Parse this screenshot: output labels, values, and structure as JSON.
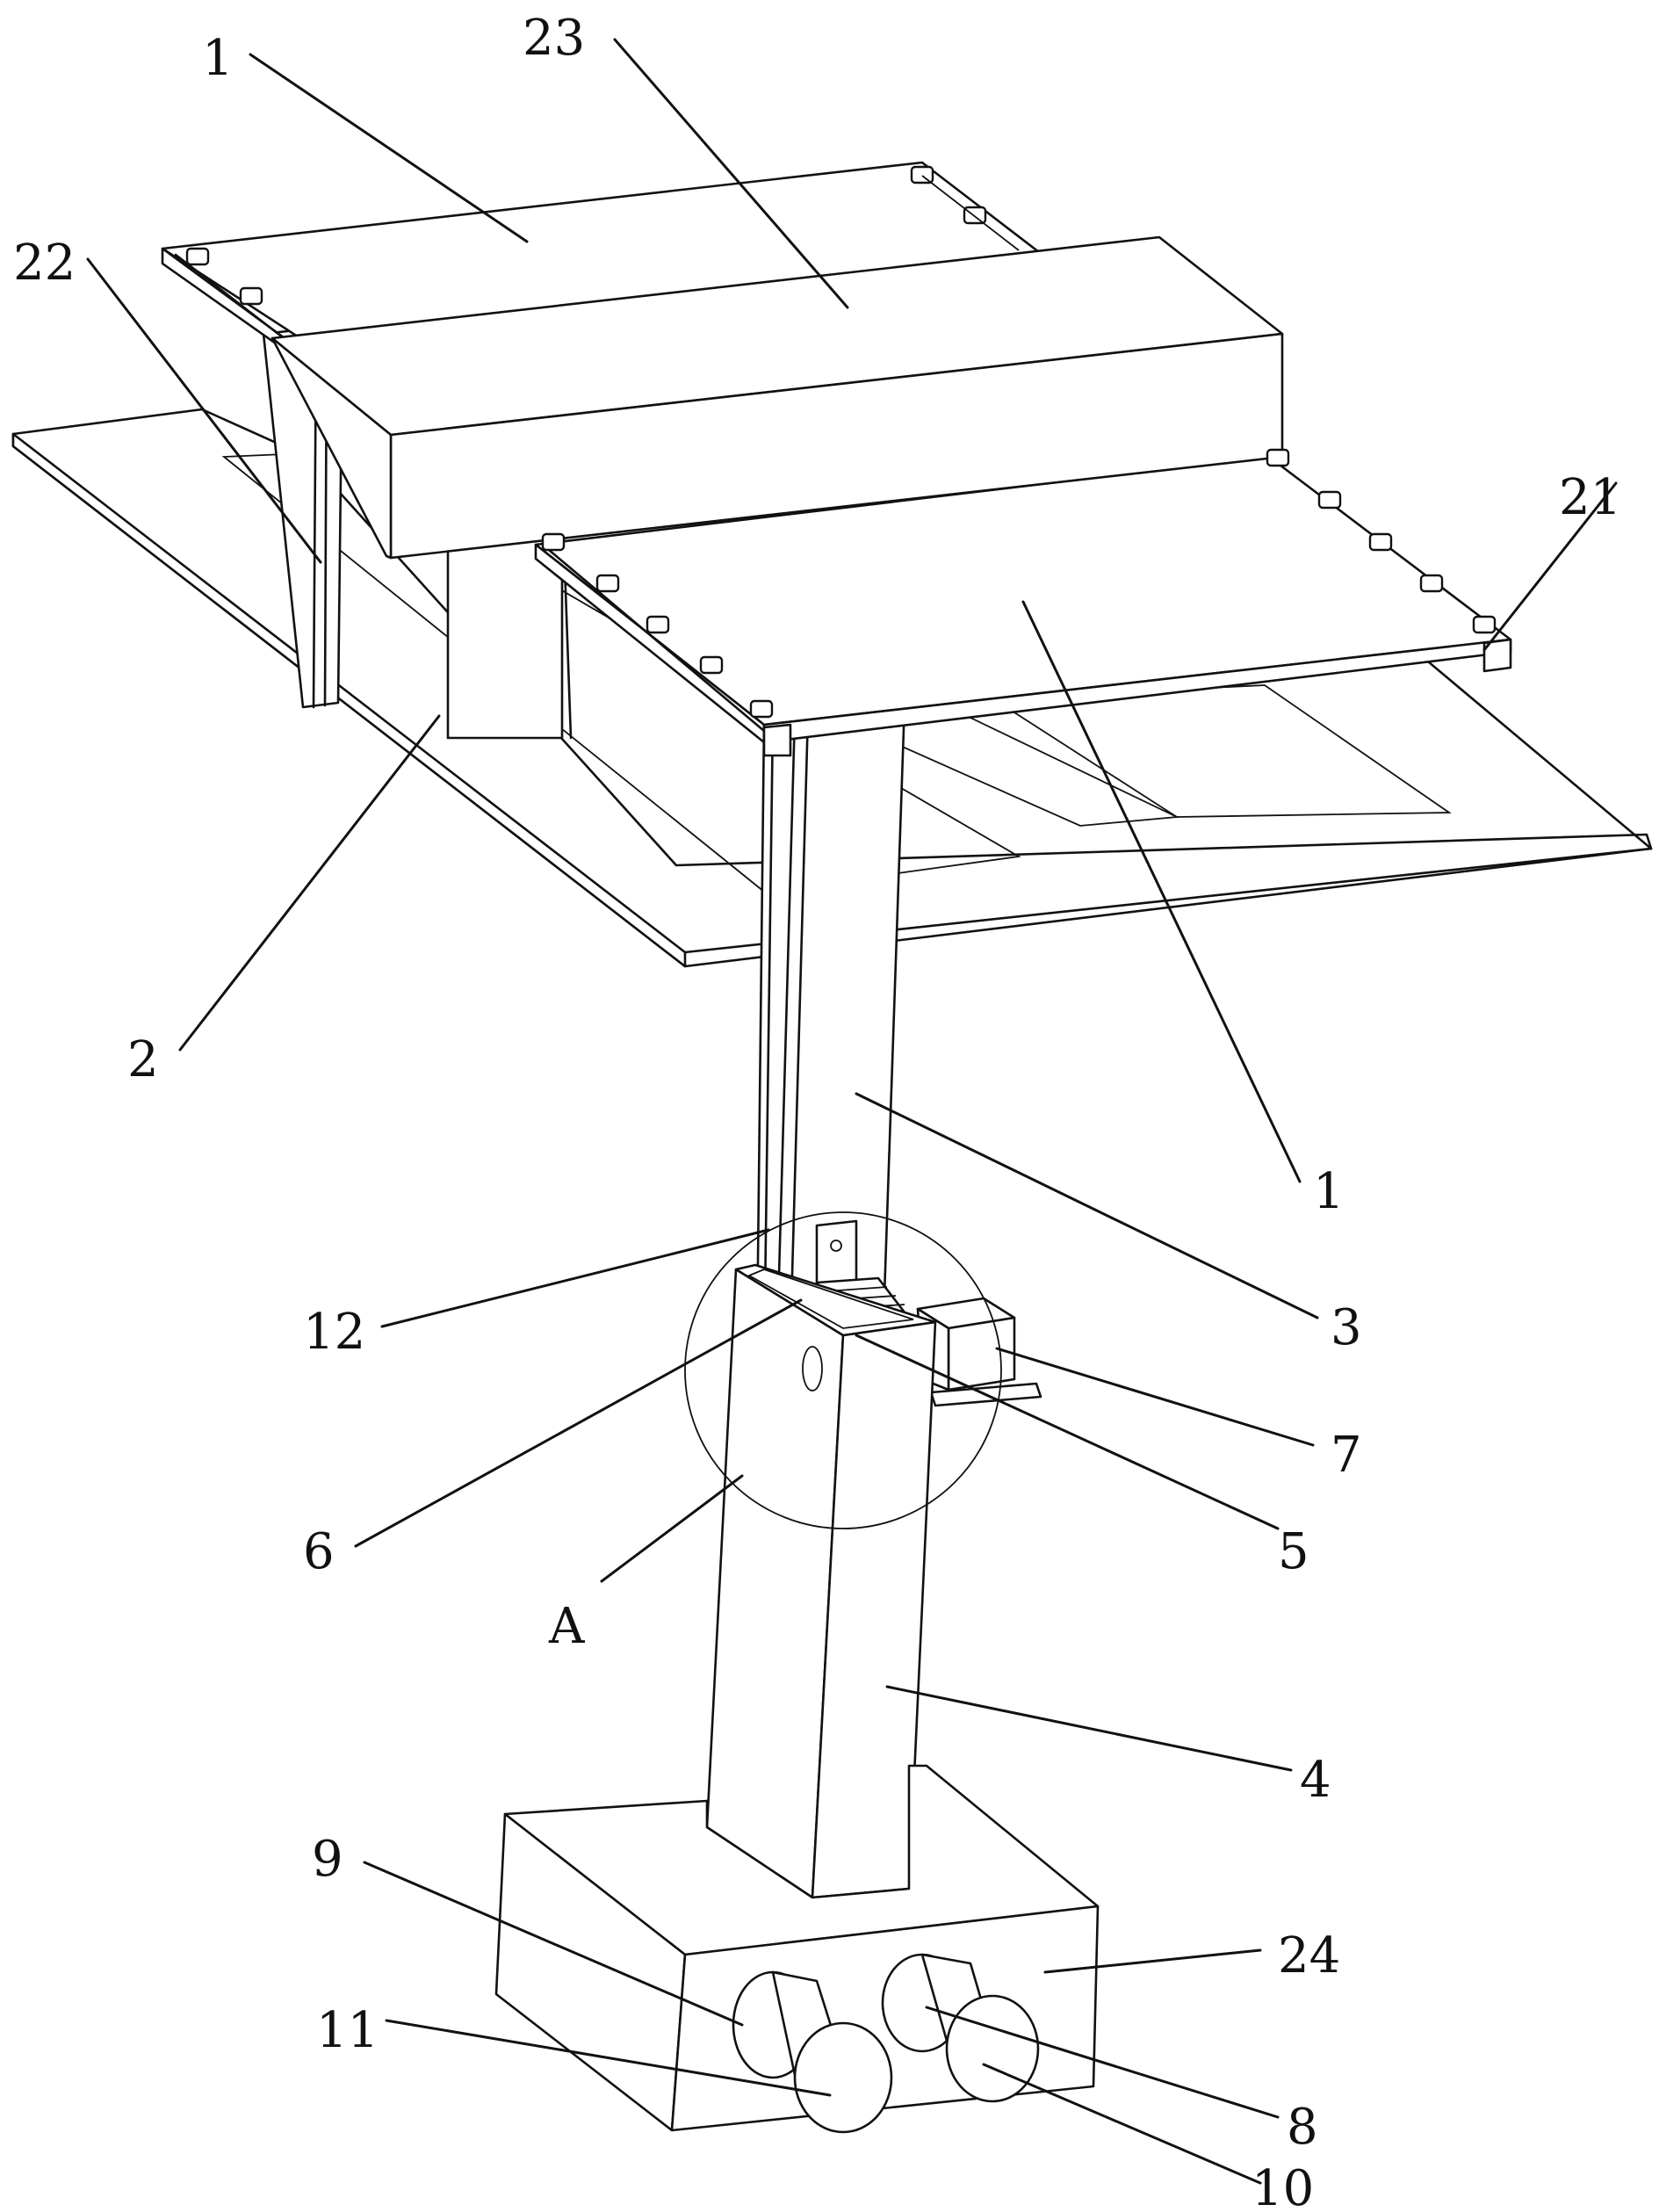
{
  "labels": {
    "l1a": "1",
    "l23": "23",
    "l22": "22",
    "l21": "21",
    "l2": "2",
    "l1b": "1",
    "l12": "12",
    "l3": "3",
    "l7": "7",
    "l6": "6",
    "l5": "5",
    "lA": "A",
    "l4": "4",
    "l9": "9",
    "l24": "24",
    "l11": "11",
    "l8": "8",
    "l10": "10"
  }
}
